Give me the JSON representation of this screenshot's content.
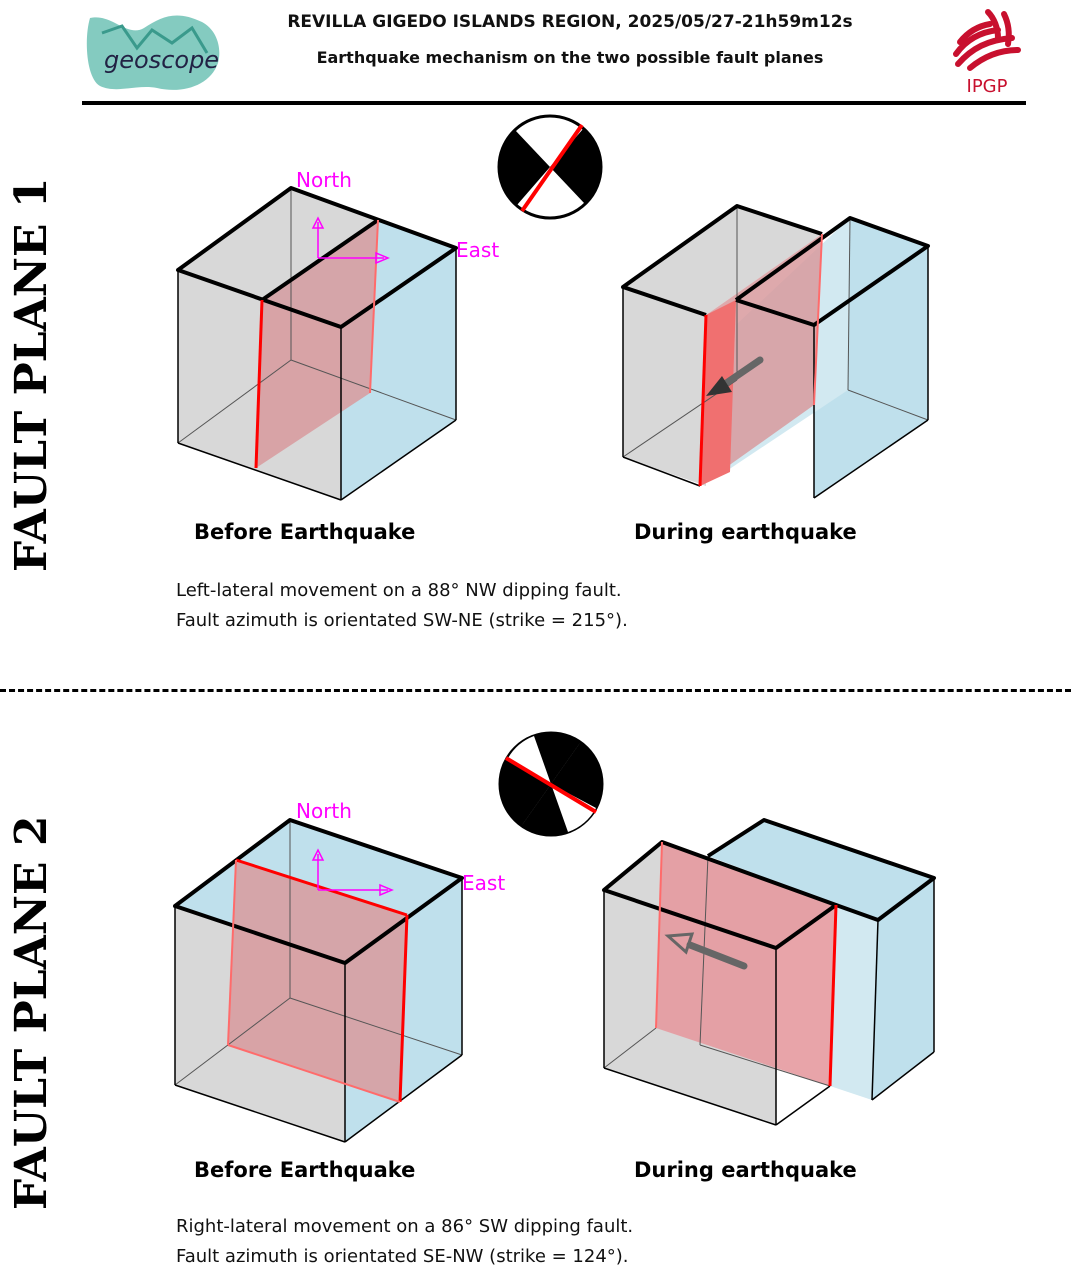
{
  "header": {
    "title": "REVILLA GIGEDO ISLANDS REGION, 2025/05/27-21h59m12s",
    "subtitle": "Earthquake mechanism on the two possible fault planes",
    "logo_left": "geoscope",
    "logo_right": "IPGP"
  },
  "colors": {
    "fault": "#ff0000",
    "compass": "#ff00ff",
    "block_gray": "#d8d8d8",
    "block_blue": "#bfe0ec"
  },
  "planes": [
    {
      "label": "FAULT PLANE 1",
      "north": "North",
      "east": "East",
      "before": "Before Earthquake",
      "during": "During earthquake",
      "line1": "Left-lateral movement on a 88° NW dipping fault.",
      "line2": "Fault azimuth is orientated SW-NE (strike = 215°)."
    },
    {
      "label": "FAULT PLANE 2",
      "north": "North",
      "east": "East",
      "before": "Before Earthquake",
      "during": "During earthquake",
      "line1": "Right-lateral movement on a 86° SW dipping fault.",
      "line2": "Fault azimuth is orientated SE-NW (strike = 124°)."
    }
  ]
}
